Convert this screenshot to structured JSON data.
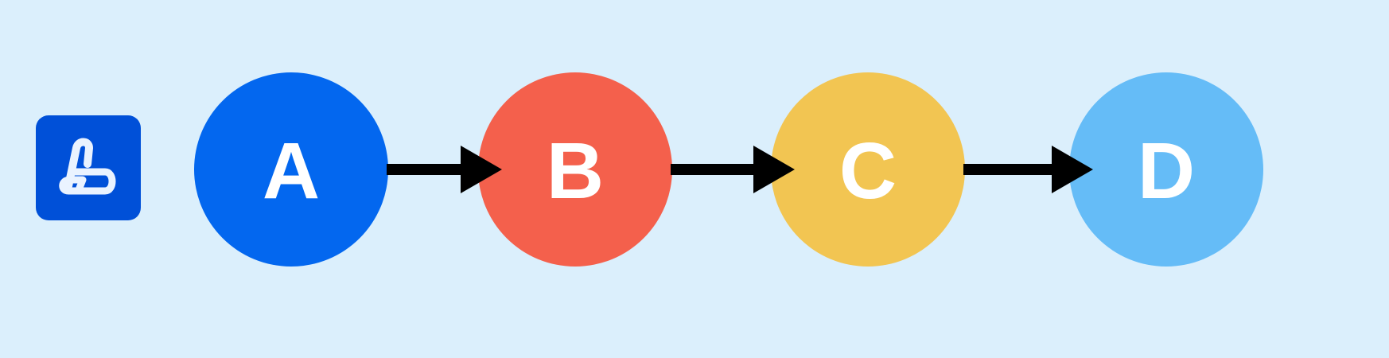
{
  "diagram": {
    "background": "#dbeffc",
    "app_icon": {
      "icon": "paperclip-link-icon",
      "color": "#0050d8",
      "glyph_color": "#eaf3ff"
    },
    "nodes": [
      {
        "label": "A",
        "color": "#0367ef"
      },
      {
        "label": "B",
        "color": "#f4604c"
      },
      {
        "label": "C",
        "color": "#f2c552"
      },
      {
        "label": "D",
        "color": "#65bcf7"
      }
    ],
    "edges": [
      {
        "from": "A",
        "to": "B"
      },
      {
        "from": "B",
        "to": "C"
      },
      {
        "from": "C",
        "to": "D"
      }
    ],
    "arrow_color": "#000000"
  }
}
